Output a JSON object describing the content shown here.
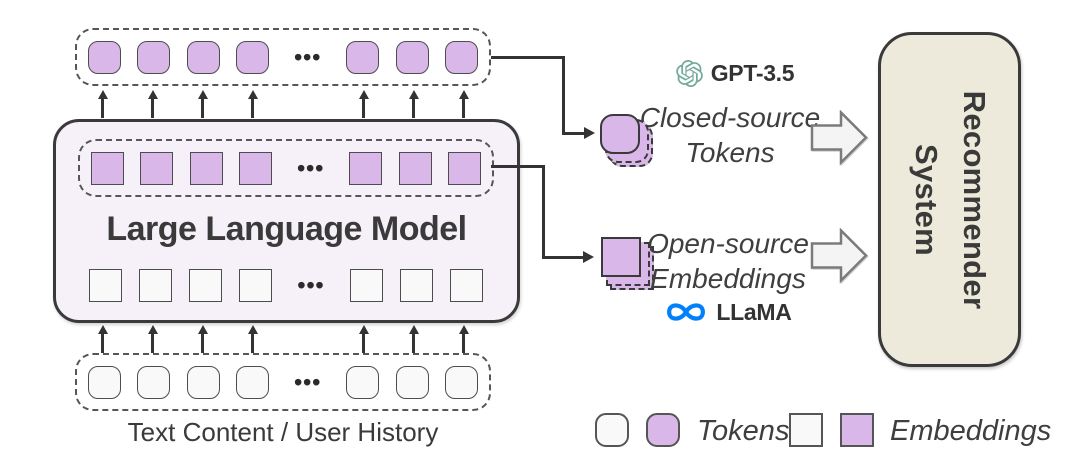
{
  "diagram": {
    "llm": {
      "title": "Large Language Model"
    },
    "input_caption": "Text Content / User History",
    "ellipsis": "•••",
    "closed_source": {
      "model_name": "GPT-3.5",
      "label_line1": "Closed-source",
      "label_line2": "Tokens"
    },
    "open_source": {
      "model_name": "LLaMA",
      "label_line1": "Open-source",
      "label_line2": "Embeddings"
    },
    "recommender": {
      "line1": "Recommender",
      "line2": "System"
    },
    "legend": {
      "tokens": "Tokens",
      "embeddings": "Embeddings"
    },
    "colors": {
      "purple": "#d9b7e8",
      "llm_background": "#f6f0f8",
      "recommender_background": "#eeeadb",
      "openai_green": "#74aa9c",
      "meta_blue": "#0080fa",
      "outline": "#3a3a3a"
    }
  }
}
